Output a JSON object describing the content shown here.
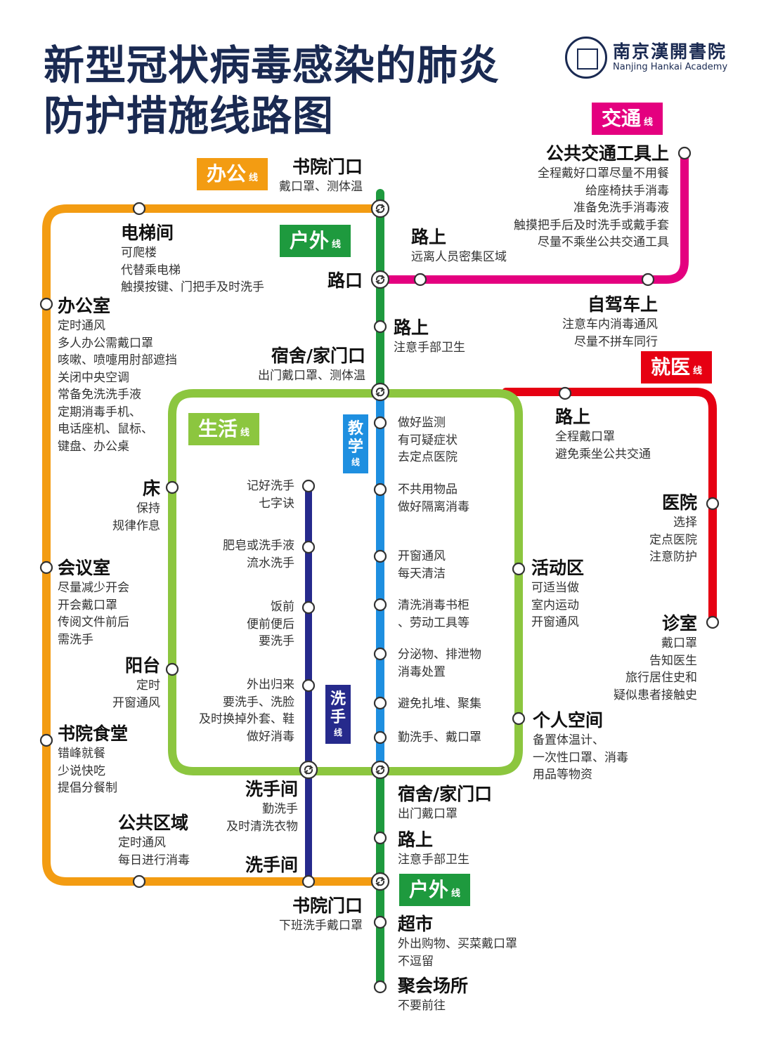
{
  "title": {
    "line1": "新型冠状病毒感染的肺炎",
    "line2": "防护措施线路图"
  },
  "logo": {
    "name_cn": "南京漢開書院",
    "name_en": "Nanjing Hankai Academy"
  },
  "colors": {
    "office": "#f39c12",
    "outdoor": "#1e9a3e",
    "traffic": "#e4007f",
    "life": "#8cc63f",
    "medical": "#e60012",
    "teaching": "#1e8fe0",
    "handwash": "#262a8c"
  },
  "lines": {
    "office": {
      "name": "办公",
      "suffix": "线"
    },
    "outdoor": {
      "name": "户外",
      "suffix": "线"
    },
    "outdoor2": {
      "name": "户外",
      "suffix": "线"
    },
    "traffic": {
      "name": "交通",
      "suffix": "线"
    },
    "life": {
      "name": "生活",
      "suffix": "线"
    },
    "medical": {
      "name": "就医",
      "suffix": "线"
    },
    "teaching": {
      "name": "教学",
      "suffix": "线"
    },
    "handwash": {
      "name": "洗手",
      "suffix": "线"
    }
  },
  "stations": {
    "gate_top": {
      "name": "书院门口",
      "desc": [
        "戴口罩、测体温"
      ]
    },
    "elevator": {
      "name": "电梯间",
      "desc": [
        "可爬楼",
        "代替乘电梯",
        "触摸按键、门把手及时洗手"
      ]
    },
    "office_room": {
      "name": "办公室",
      "desc": [
        "定时通风",
        "多人办公需戴口罩",
        "咳嗽、喷嚏用肘部遮挡",
        "关闭中央空调",
        "常备免洗洗手液",
        "定期消毒手机、",
        "电话座机、鼠标、",
        "键盘、办公桌"
      ]
    },
    "bed": {
      "name": "床",
      "desc": [
        "保持",
        "规律作息"
      ]
    },
    "meeting": {
      "name": "会议室",
      "desc": [
        "尽量减少开会",
        "开会戴口罩",
        "传阅文件前后",
        "需洗手"
      ]
    },
    "balcony": {
      "name": "阳台",
      "desc": [
        "定时",
        "开窗通风"
      ]
    },
    "canteen": {
      "name": "书院食堂",
      "desc": [
        "错峰就餐",
        "少说快吃",
        "提倡分餐制"
      ]
    },
    "public_area": {
      "name": "公共区域",
      "desc": [
        "定时通风",
        "每日进行消毒"
      ]
    },
    "washroom1": {
      "name": "洗手间",
      "desc": [
        "勤洗手",
        "及时清洗衣物"
      ]
    },
    "washroom2": {
      "name": "洗手间",
      "desc": []
    },
    "gate_bottom": {
      "name": "书院门口",
      "desc": [
        "下班洗手戴口罩"
      ]
    },
    "road1": {
      "name": "路上",
      "desc": [
        "远离人员密集区域"
      ]
    },
    "crossing": {
      "name": "路口",
      "desc": []
    },
    "road2": {
      "name": "路上",
      "desc": [
        "注意手部卫生"
      ]
    },
    "dorm_top": {
      "name": "宿舍/家门口",
      "desc": [
        "出门戴口罩、测体温"
      ]
    },
    "public_transport": {
      "name": "公共交通工具上",
      "desc": [
        "全程戴好口罩尽量不用餐",
        "给座椅扶手消毒",
        "准备免洗手消毒液",
        "触摸把手后及时洗手或戴手套",
        "尽量不乘坐公共交通工具"
      ]
    },
    "self_drive": {
      "name": "自驾车上",
      "desc": [
        "注意车内消毒通风",
        "尽量不拼车同行"
      ]
    },
    "med_road": {
      "name": "路上",
      "desc": [
        "全程戴口罩",
        "避免乘坐公共交通"
      ]
    },
    "hospital": {
      "name": "医院",
      "desc": [
        "选择",
        "定点医院",
        "注意防护"
      ]
    },
    "clinic": {
      "name": "诊室",
      "desc": [
        "戴口罩",
        "告知医生",
        "旅行居住史和",
        "疑似患者接触史"
      ]
    },
    "activity": {
      "name": "活动区",
      "desc": [
        "可适当做",
        "室内运动",
        "开窗通风"
      ]
    },
    "personal": {
      "name": "个人空间",
      "desc": [
        "备置体温计、",
        "一次性口罩、消毒",
        "用品等物资"
      ]
    },
    "dorm_bottom": {
      "name": "宿舍/家门口",
      "desc": [
        "出门戴口罩"
      ]
    },
    "road3": {
      "name": "路上",
      "desc": [
        "注意手部卫生"
      ]
    },
    "supermarket": {
      "name": "超市",
      "desc": [
        "外出购物、买菜戴口罩",
        "不逗留"
      ]
    },
    "gathering": {
      "name": "聚会场所",
      "desc": [
        "不要前往"
      ]
    }
  },
  "teaching_items": [
    [
      "做好监测",
      "有可疑症状",
      "去定点医院"
    ],
    [
      "不共用物品",
      "做好隔离消毒"
    ],
    [
      "开窗通风",
      "每天清洁"
    ],
    [
      "清洗消毒书柜",
      "、劳动工具等"
    ],
    [
      "分泌物、排泄物",
      "消毒处置"
    ],
    [
      "避免扎堆、聚集"
    ],
    [
      "勤洗手、戴口罩"
    ]
  ],
  "handwash_items": [
    [
      "记好洗手",
      "七字诀"
    ],
    [
      "肥皂或洗手液",
      "流水洗手"
    ],
    [
      "饭前",
      "便前便后",
      "要洗手"
    ],
    [
      "外出归来",
      "要洗手、洗脸",
      "及时换掉外套、鞋",
      "做好消毒"
    ]
  ]
}
